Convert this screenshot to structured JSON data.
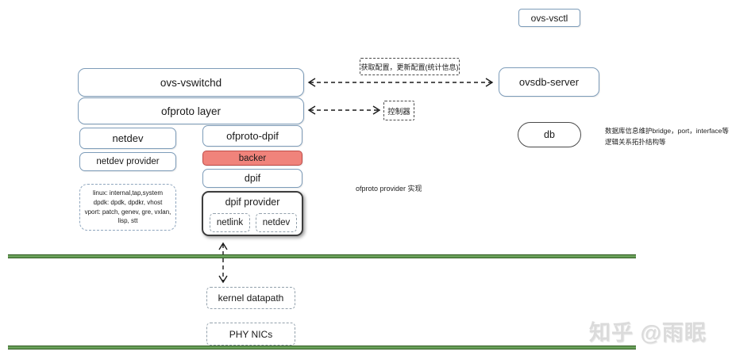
{
  "nodes": {
    "ovs_vsctl": "ovs-vsctl",
    "ovs_vswitchd": "ovs-vswitchd",
    "ofproto_layer": "ofproto layer",
    "ovsdb_server": "ovsdb-server",
    "db": "db",
    "controller": "控制器",
    "netdev": "netdev",
    "netdev_provider": "netdev provider",
    "ofproto_dpif": "ofproto-dpif",
    "backer": "backer",
    "dpif": "dpif",
    "dpif_provider": "dpif provider",
    "dpif_netlink": "netlink",
    "dpif_netdev": "netdev",
    "kernel_datapath": "kernel datapath",
    "phy_nics": "PHY NICs"
  },
  "annotations": {
    "config_flow": "获取配置，更新配置(统计信息)",
    "db_note": [
      "数据库信息维护bridge，port，interface等",
      "逻辑关系拓扑结构等"
    ],
    "ofproto_provider": "ofproto provider 实现",
    "port_types": [
      "linux: internal,tap,system",
      "dpdk: dpdk, dpdkr, vhost",
      "vport: patch, genev, gre, vxlan,",
      "lisp, stt"
    ]
  },
  "watermark": "知乎 @雨眠",
  "colors": {
    "box_border": "#7D9CB9",
    "backer_fill": "#F0837B",
    "backer_border": "#BE4B48",
    "green_bar": "#69A05A",
    "green_bar_edge": "#2E5A1F",
    "arrow": "#1a1a1a"
  }
}
